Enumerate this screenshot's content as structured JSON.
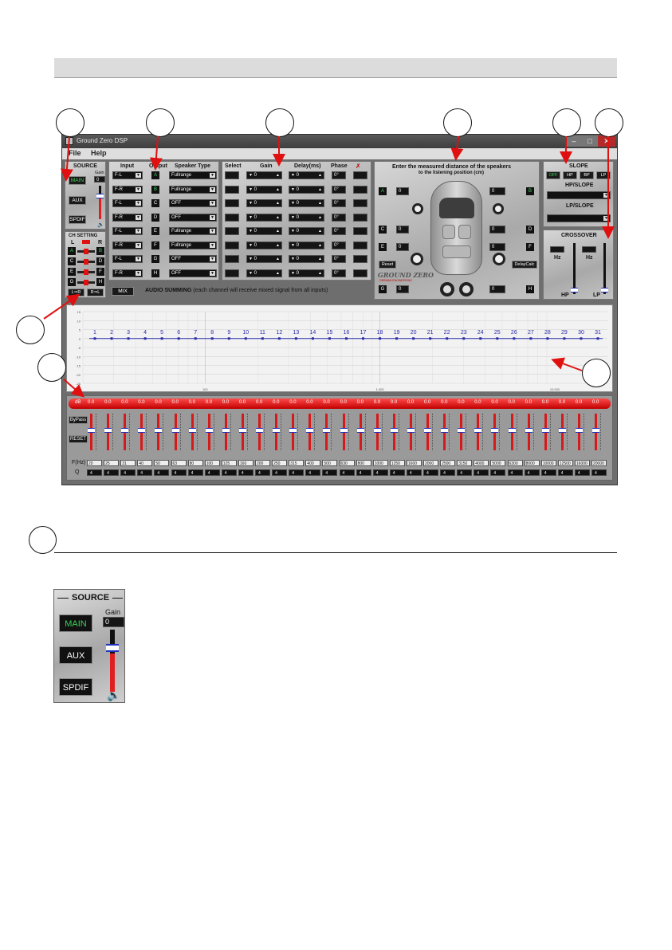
{
  "window": {
    "title": "Ground Zero DSP",
    "menu": [
      "File",
      "Help"
    ],
    "controls": [
      "–",
      "□",
      "✕"
    ]
  },
  "source": {
    "title": "SOURCE",
    "gain_label": "Gain",
    "gain_value": "0",
    "buttons": [
      "MAIN",
      "AUX",
      "SPDIF"
    ],
    "active": "MAIN"
  },
  "ch_setting": {
    "title": "CH SETTING",
    "left": "L",
    "right": "R",
    "pairs": [
      [
        "A",
        "B"
      ],
      [
        "C",
        "D"
      ],
      [
        "E",
        "F"
      ],
      [
        "G",
        "H"
      ]
    ],
    "swap_buttons": [
      "L⇒R",
      "R⇒L"
    ]
  },
  "routing": {
    "headers": [
      "Input",
      "Output",
      "Speaker Type"
    ],
    "rows": [
      {
        "input": "F-L",
        "output": "A",
        "type": "Fullrange"
      },
      {
        "input": "F-R",
        "output": "B",
        "type": "Fullrange"
      },
      {
        "input": "F-L",
        "output": "C",
        "type": "OFF"
      },
      {
        "input": "F-R",
        "output": "D",
        "type": "OFF"
      },
      {
        "input": "F-L",
        "output": "E",
        "type": "Fullrange"
      },
      {
        "input": "F-R",
        "output": "F",
        "type": "Fullrange"
      },
      {
        "input": "F-L",
        "output": "G",
        "type": "OFF"
      },
      {
        "input": "F-R",
        "output": "H",
        "type": "OFF"
      }
    ],
    "mix_button": "MIX",
    "summing_bold": "AUDIO SUMMING",
    "summing_note": "(each channel will receive mixed signal from all inputs)"
  },
  "channel": {
    "headers": [
      "Select",
      "Gain",
      "Delay(ms)",
      "Phase"
    ],
    "gain_value": "0",
    "delay_value": "0",
    "phase_value": "0°"
  },
  "distance": {
    "title_line1": "Enter the measured distance of the speakers",
    "title_line2": "to the listening position (cm)",
    "value": "0",
    "reset": "Reset",
    "delay_calc": "DelayCalc",
    "logo": "GROUND ZERO",
    "logo_sub": "GERMAN ENGINEERING"
  },
  "slope": {
    "title": "SLOPE",
    "modes": [
      "OFF",
      "HP",
      "BP",
      "LP"
    ],
    "hp_label": "HP/SLOPE",
    "lp_label": "LP/SLOPE"
  },
  "crossover": {
    "title": "CROSSOVER",
    "unit": "Hz",
    "hp": "HP",
    "lp": "LP"
  },
  "eq": {
    "y_ticks": [
      "15",
      "10",
      "5",
      "0",
      "-5",
      "-10",
      "-15",
      "-20",
      "-25"
    ],
    "x_ticks": [
      "100",
      "1.000",
      "10.000"
    ],
    "db_label": "dB",
    "bypass": "ByPass",
    "reset": "RESET",
    "freq_label": "F(Hz)",
    "q_label": "Q",
    "bands": [
      {
        "n": "1",
        "f": "20"
      },
      {
        "n": "2",
        "f": "25"
      },
      {
        "n": "3",
        "f": "31"
      },
      {
        "n": "4",
        "f": "40"
      },
      {
        "n": "5",
        "f": "50"
      },
      {
        "n": "6",
        "f": "63"
      },
      {
        "n": "7",
        "f": "80"
      },
      {
        "n": "8",
        "f": "100"
      },
      {
        "n": "9",
        "f": "125"
      },
      {
        "n": "10",
        "f": "160"
      },
      {
        "n": "11",
        "f": "200"
      },
      {
        "n": "12",
        "f": "250"
      },
      {
        "n": "13",
        "f": "315"
      },
      {
        "n": "14",
        "f": "400"
      },
      {
        "n": "15",
        "f": "500"
      },
      {
        "n": "16",
        "f": "630"
      },
      {
        "n": "17",
        "f": "800"
      },
      {
        "n": "18",
        "f": "1000"
      },
      {
        "n": "19",
        "f": "1250"
      },
      {
        "n": "20",
        "f": "1600"
      },
      {
        "n": "21",
        "f": "2000"
      },
      {
        "n": "22",
        "f": "2500"
      },
      {
        "n": "23",
        "f": "3150"
      },
      {
        "n": "24",
        "f": "4000"
      },
      {
        "n": "25",
        "f": "5000"
      },
      {
        "n": "26",
        "f": "6300"
      },
      {
        "n": "27",
        "f": "8000"
      },
      {
        "n": "28",
        "f": "10000"
      },
      {
        "n": "29",
        "f": "12500"
      },
      {
        "n": "30",
        "f": "16000"
      },
      {
        "n": "31",
        "f": "20000"
      }
    ],
    "gain_value": "0.0",
    "q_value": "4"
  },
  "colors": {
    "active_green": "#3ed35a",
    "eq_line": "#2a2aa8",
    "slider_red": "#d41a1a"
  }
}
